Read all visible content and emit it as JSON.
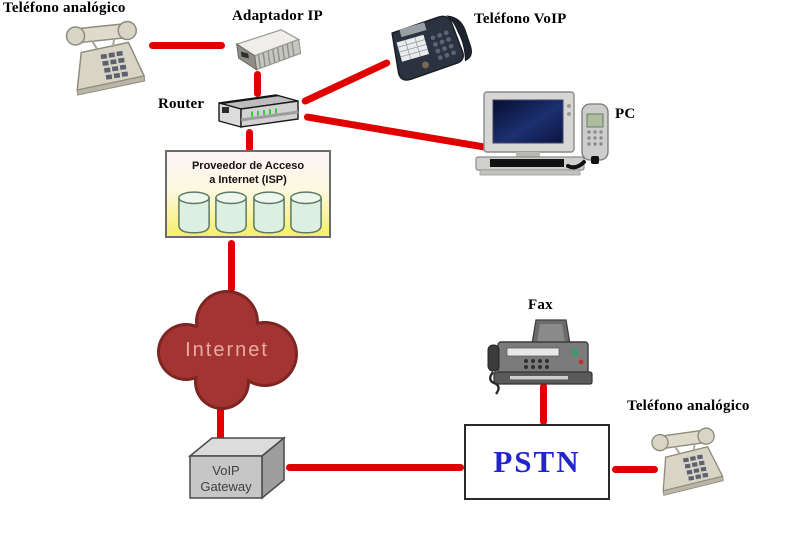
{
  "diagram": {
    "title": "VoIP network diagram",
    "labels": {
      "analog_phone_top": "Teléfono analógico",
      "adaptador_ip": "Adaptador IP",
      "telefono_voip": "Teléfono VoIP",
      "router": "Router",
      "pc": "PC",
      "isp_line1": "Proveedor de Acceso",
      "isp_line2": "a Internet (ISP)",
      "internet": "Internet",
      "voip_gateway_line1": "VoIP",
      "voip_gateway_line2": "Gateway",
      "fax": "Fax",
      "pstn": "PSTN",
      "analog_phone_bottom": "Teléfono analógico"
    },
    "colors": {
      "connector_red": "#e00000",
      "label_black": "#000000",
      "pstn_blue": "#2424cc",
      "cloud_red": "#a43431",
      "cloud_edge": "#7d2522",
      "cloud_text_pink": "#e9aba4",
      "isp_gradient_top": "#fdf4f7",
      "isp_gradient_bottom": "#f6ef6a",
      "cylinder_green": "#ddefe0"
    },
    "connections": [
      {
        "from": "telefono-analogico-top",
        "to": "adaptador-ip"
      },
      {
        "from": "adaptador-ip",
        "to": "router"
      },
      {
        "from": "router",
        "to": "telefono-voip"
      },
      {
        "from": "router",
        "to": "pc"
      },
      {
        "from": "router",
        "to": "isp"
      },
      {
        "from": "isp",
        "to": "internet"
      },
      {
        "from": "internet",
        "to": "voip-gateway"
      },
      {
        "from": "voip-gateway",
        "to": "pstn"
      },
      {
        "from": "fax",
        "to": "pstn"
      },
      {
        "from": "pstn",
        "to": "telefono-analogico-bottom"
      }
    ]
  }
}
